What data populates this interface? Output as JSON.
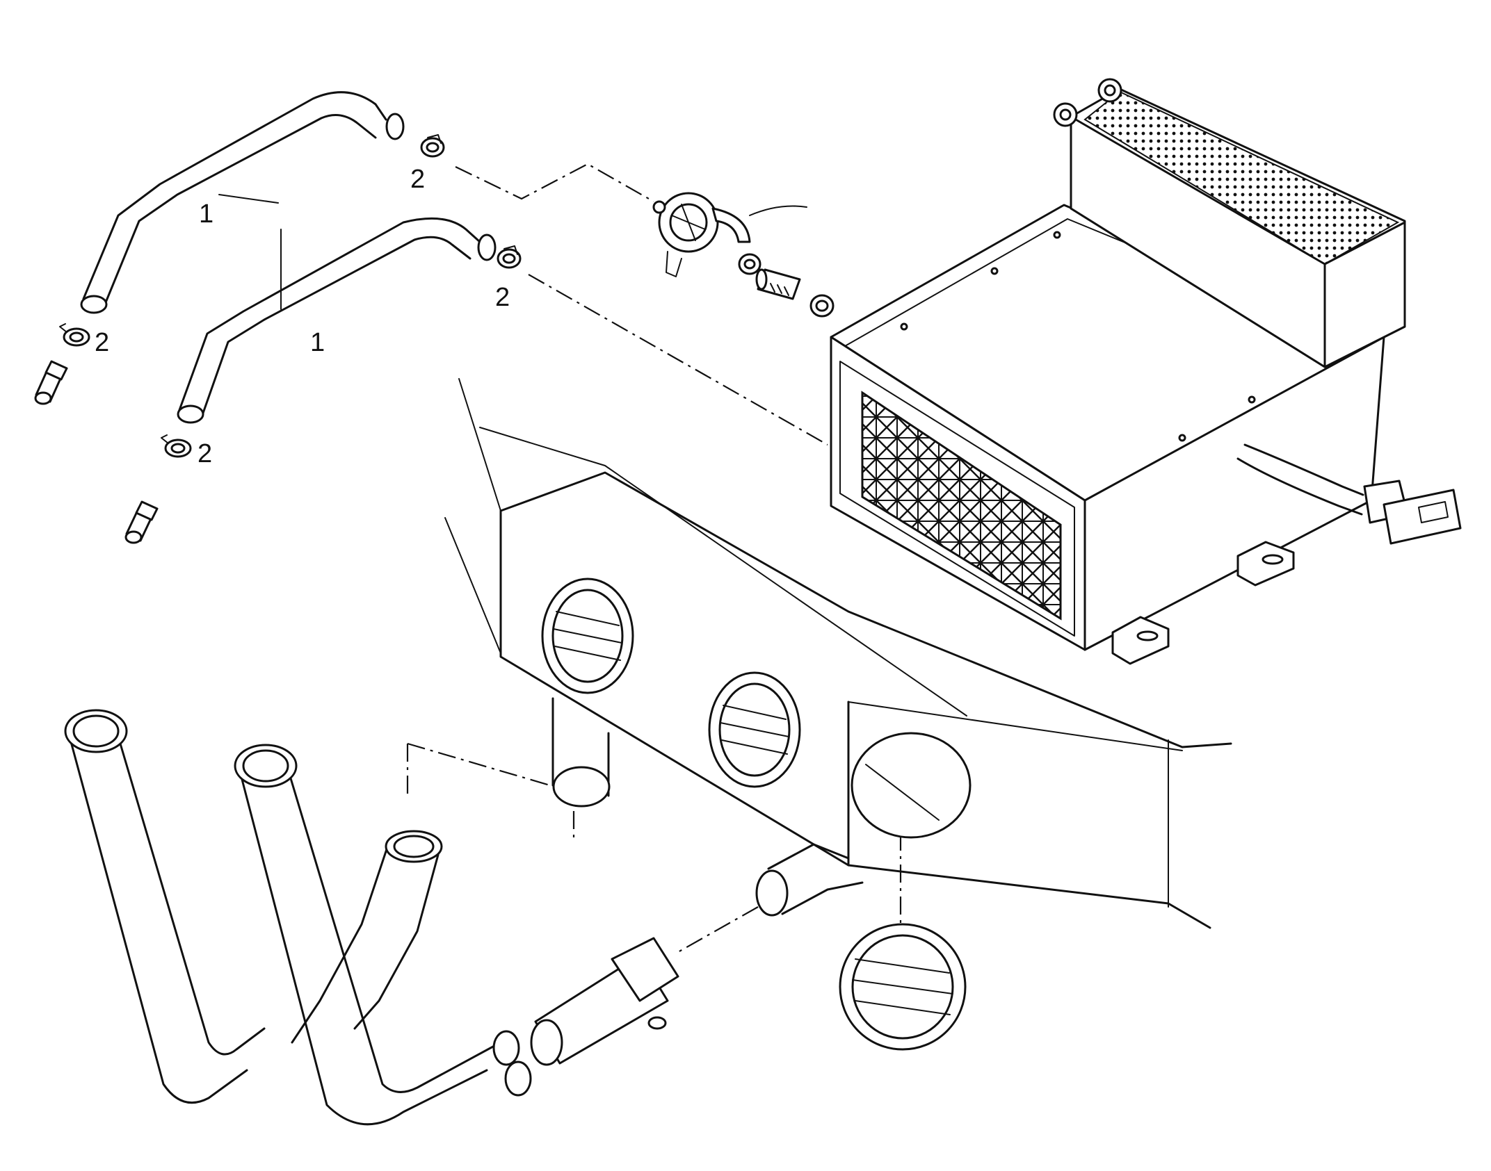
{
  "callouts": {
    "hose_upper": "1",
    "hose_lower": "1",
    "clamp_top": "2",
    "clamp_mid": "2",
    "clamp_left_upper": "2",
    "clamp_left_lower": "2"
  }
}
